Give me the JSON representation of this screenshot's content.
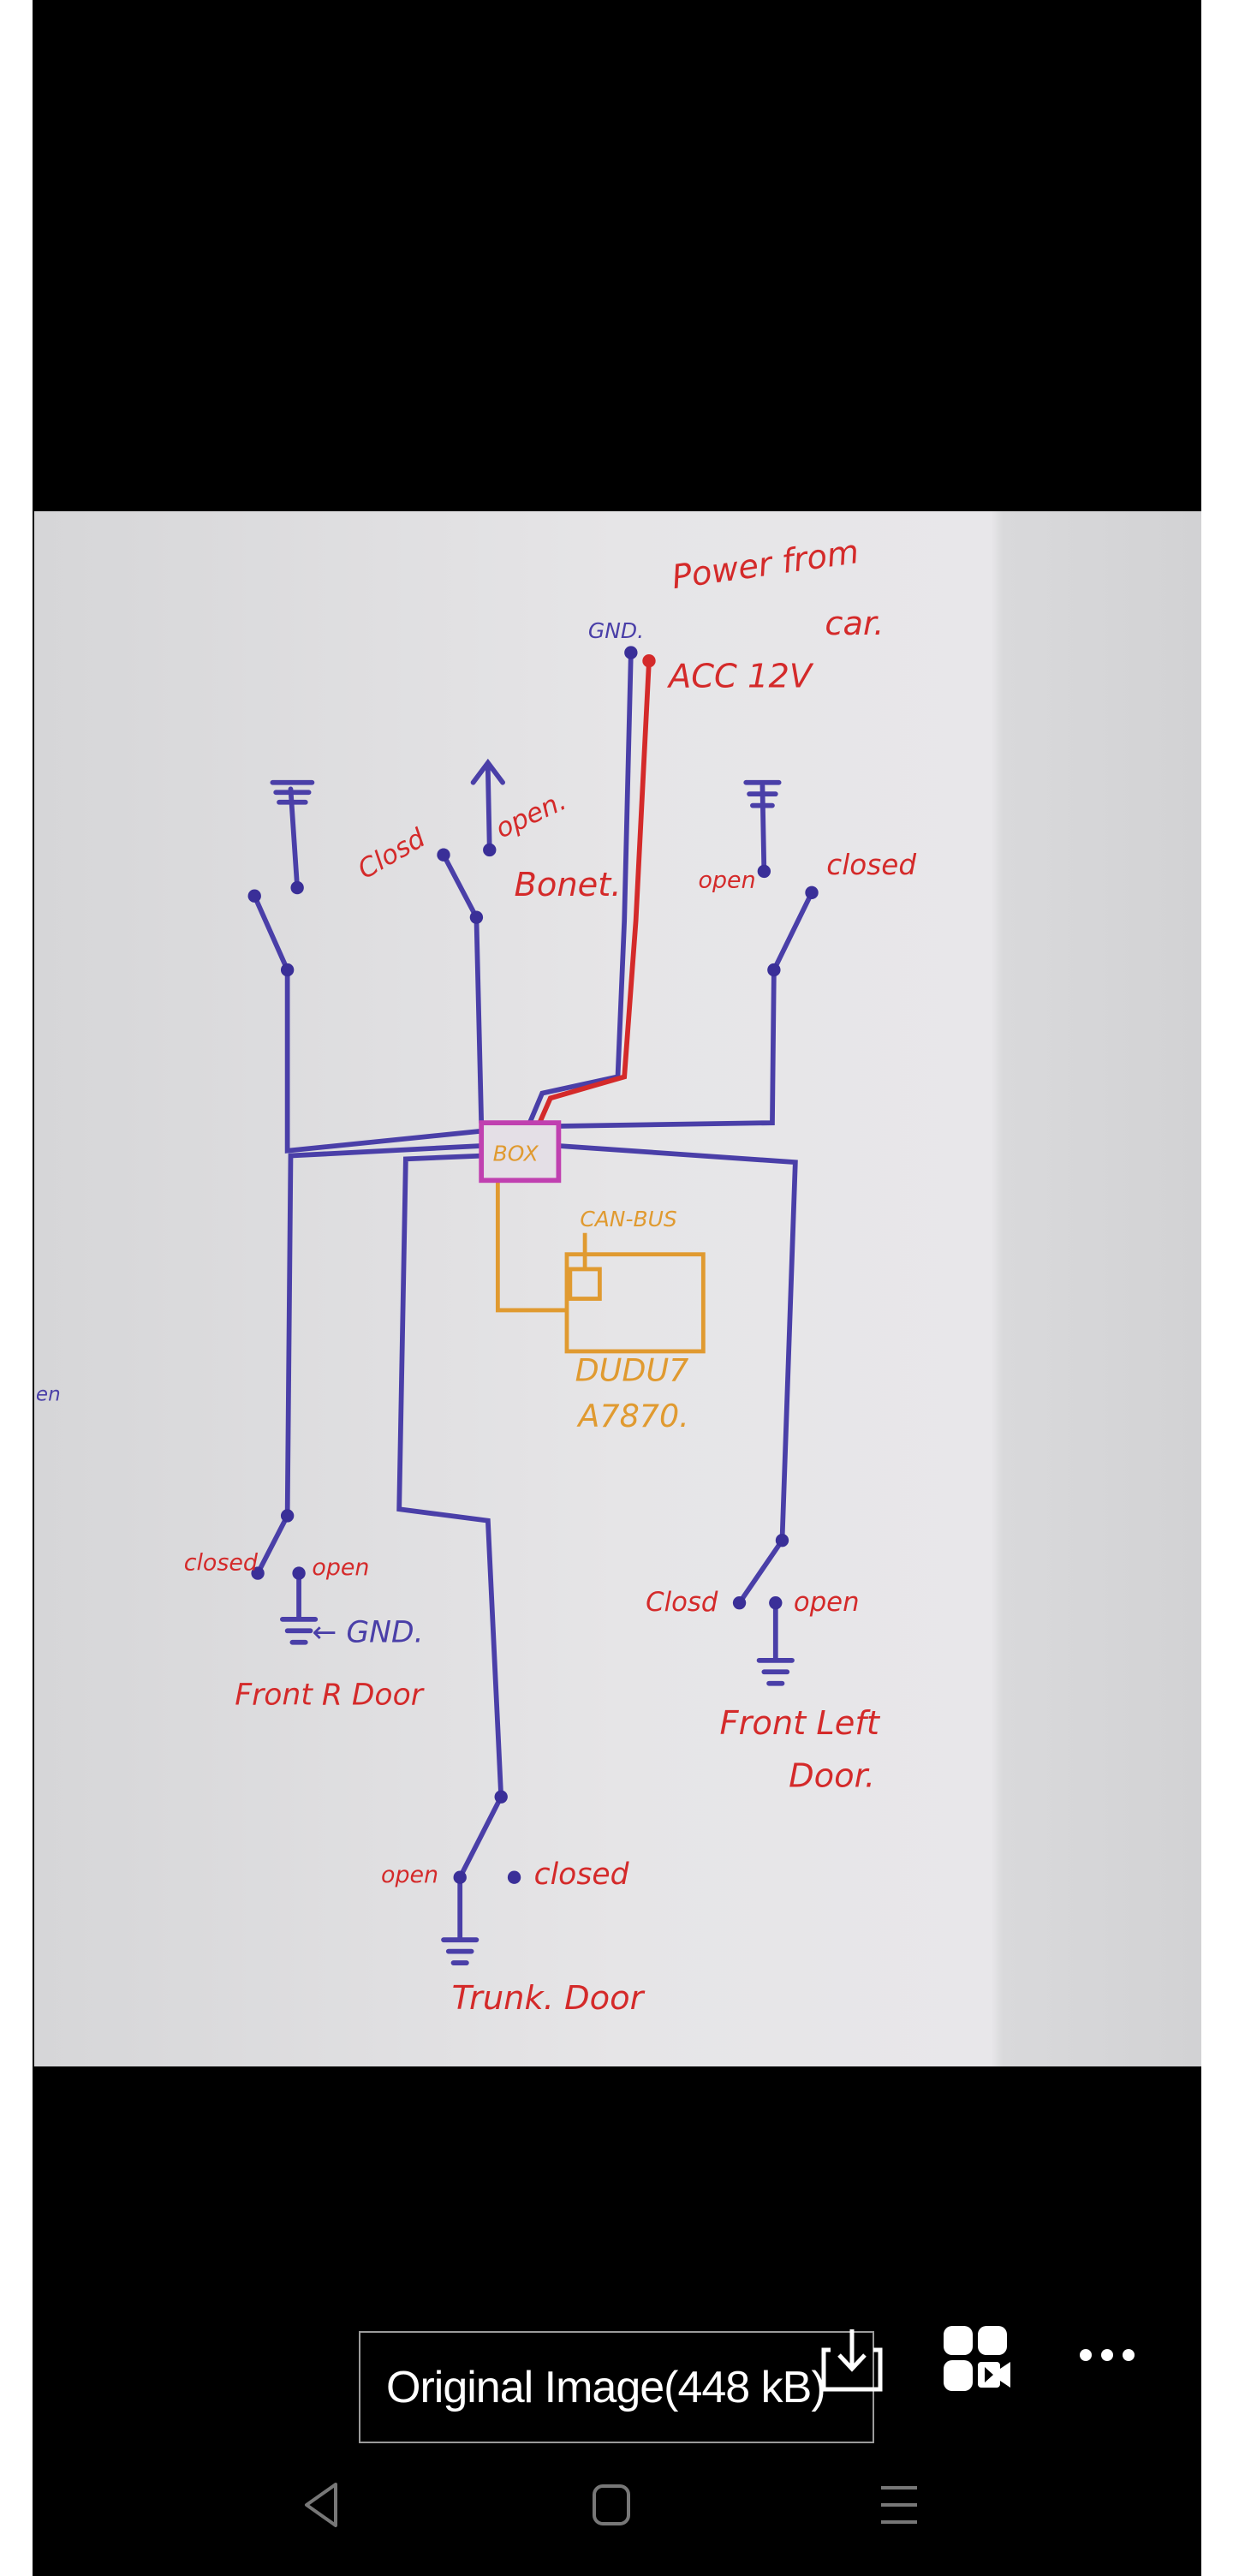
{
  "viewer": {
    "original_image_label": "Original Image(448 kB)",
    "icons": [
      "download-icon",
      "gallery-video-icon",
      "more-icon"
    ]
  },
  "navbar": {
    "icons": [
      "back-icon",
      "home-icon",
      "recents-icon"
    ]
  },
  "diagram": {
    "power_label_1": "Power from",
    "power_label_2": "car.",
    "gnd_top": "GND.",
    "acc": "ACC 12V",
    "box": "BOX",
    "bonnet_closed": "Closd",
    "bonnet_open": "open.",
    "bonnet_name": "Bonet.",
    "right_open": "open",
    "right_closed": "closed",
    "canbus": "CAN-BUS",
    "unit_1": "DUDU7",
    "unit_2": "A7870.",
    "frd_closed": "closed",
    "frd_open": "open",
    "frd_gnd": "← GND.",
    "frd_name": "Front R Door",
    "fld_closed": "Closd",
    "fld_open": "open",
    "fld_name_1": "Front Left",
    "fld_name_2": "Door.",
    "trunk_open": "open",
    "trunk_closed": "closed",
    "trunk_name": "Trunk. Door",
    "stray": "en"
  },
  "colors": {
    "wire_blue": "#4a3fa8",
    "wire_red": "#d42a2a",
    "can_orange": "#e09a30",
    "box_pink": "#c040b0"
  }
}
